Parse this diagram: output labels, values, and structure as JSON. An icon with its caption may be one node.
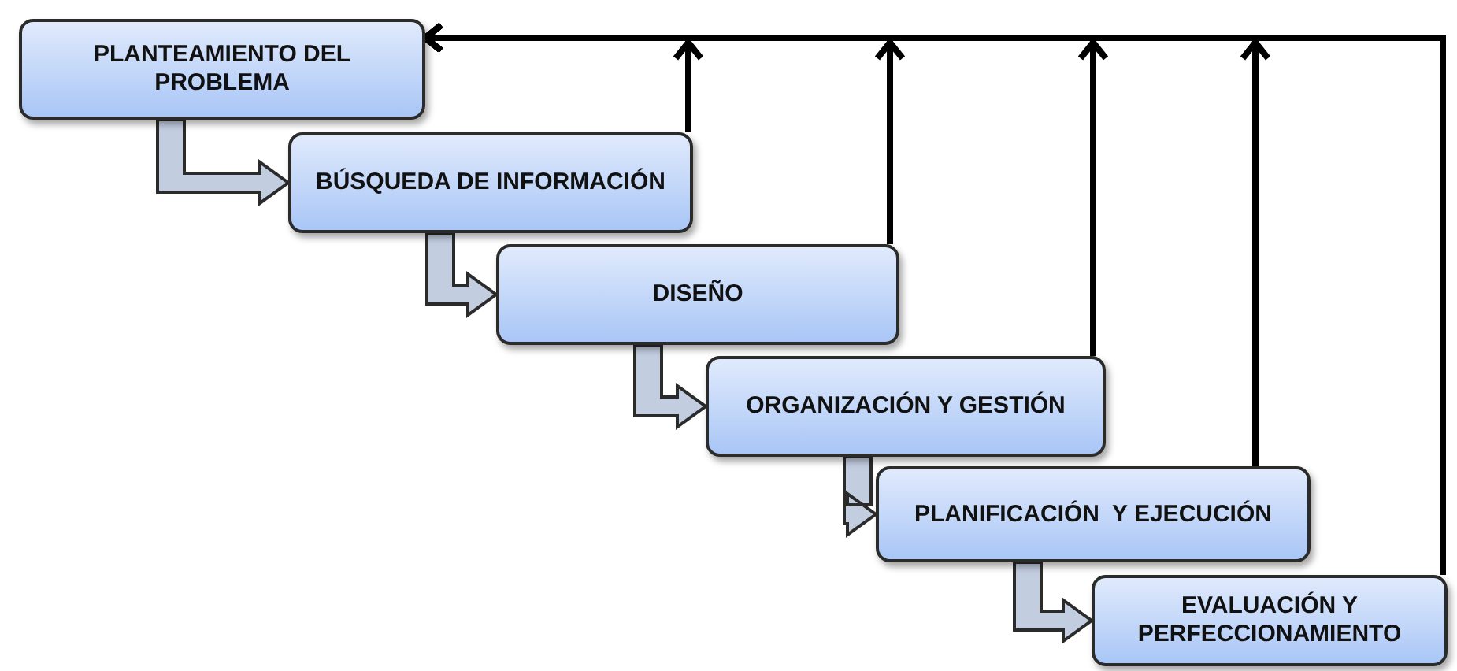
{
  "diagram": {
    "nodes": [
      {
        "text": [
          "PLANTEAMIENTO DEL PROBLEMA"
        ]
      },
      {
        "text": [
          "BÚSQUEDA DE INFORMACIÓN"
        ]
      },
      {
        "text": [
          "DISEÑO"
        ]
      },
      {
        "text": [
          "ORGANIZACIÓN Y GESTIÓN"
        ]
      },
      {
        "text": [
          "PLANIFICACIÓN  Y EJECUCIÓN"
        ]
      },
      {
        "text": [
          "EVALUACIÓN Y PERFECCIONAMIENTO"
        ]
      }
    ],
    "edges": [
      {
        "from": 0,
        "to": 1,
        "arrow": "to"
      },
      {
        "from": 1,
        "to": 2,
        "arrow": "to"
      },
      {
        "from": 2,
        "to": 3,
        "arrow": "to"
      },
      {
        "from": 3,
        "to": 4,
        "arrow": "to"
      },
      {
        "from": 4,
        "to": 5,
        "arrow": "to"
      },
      {
        "from": 1,
        "to": 0,
        "arrow": "to"
      },
      {
        "from": 2,
        "to": 0,
        "arrow": "to"
      },
      {
        "from": 3,
        "to": 0,
        "arrow": "to"
      },
      {
        "from": 4,
        "to": 0,
        "arrow": "to"
      },
      {
        "from": 5,
        "to": 0,
        "arrow": "to"
      }
    ]
  }
}
